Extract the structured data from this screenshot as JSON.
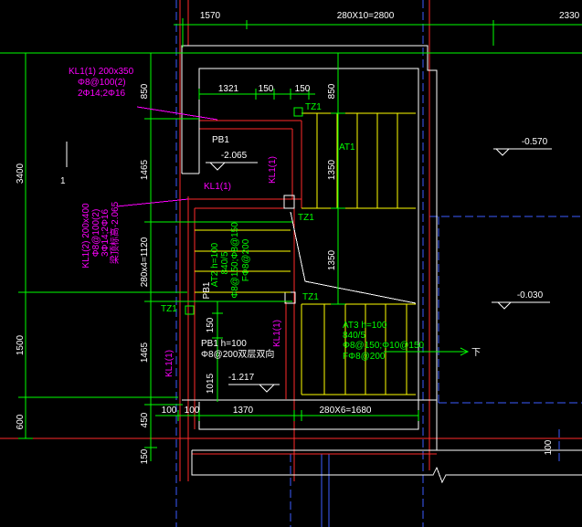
{
  "view": {
    "background": "#000000"
  },
  "colors": {
    "walls": "#ffffff",
    "axes": "#ff2a2a",
    "dimensions": "#00ff00",
    "stair_treads": "#ffff00",
    "hidden_lines": "#3c5cff",
    "beam_labels": "#ff00ff"
  },
  "dimensions": {
    "top": [
      "1570",
      "280X10=2800",
      "2330"
    ],
    "left_overall": [
      "3400",
      "1500",
      "600"
    ],
    "left_stair": [
      "850",
      "1465",
      "280x4=1120",
      "1465",
      "450",
      "150"
    ],
    "top_inner": [
      "1321",
      "150",
      "150"
    ],
    "flight_widths": [
      "850",
      "1350",
      "1350"
    ],
    "bottom": [
      "100",
      "100",
      "1370",
      "280X6=1680"
    ],
    "landing": [
      "150",
      "1015"
    ],
    "right_edge": "100"
  },
  "beam_callouts": {
    "kl1_top": [
      "KL1(1) 200x350",
      "Φ8@100(2)",
      "2Φ14;2Φ16"
    ],
    "kl1_left": [
      "KL1(2) 200x400",
      "Φ8@100(2)",
      "3Φ14;2Φ16",
      "梁顶标高-2.065"
    ]
  },
  "beam_tags": [
    "KL1(1)",
    "KL1(1)",
    "KL1(1)",
    "KL1(1)"
  ],
  "column_tags": [
    "TZ1",
    "TZ1",
    "TZ1",
    "TZ1"
  ],
  "slabs": {
    "upper": "PB1",
    "side": "PB1",
    "lower": [
      "PB1 h=100",
      "Φ8@200双层双向"
    ]
  },
  "stairs": {
    "at1": "AT1",
    "at2": [
      "AT2 h=100",
      "840/5",
      "Φ8@150;Φ8@150",
      "FΦ8@200"
    ],
    "at3": [
      "AT3 h=100",
      "840/5",
      "Φ8@150;Φ10@150",
      "FΦ8@200"
    ]
  },
  "elevations": [
    "-2.065",
    "-0.570",
    "-0.030",
    "-1.217"
  ],
  "section_mark": "1",
  "direction": "下"
}
